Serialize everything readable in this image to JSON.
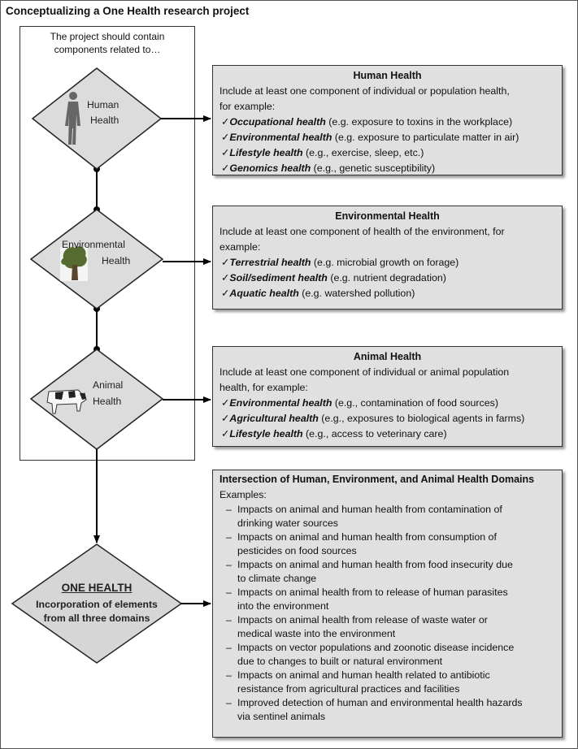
{
  "title": "Conceptualizing a One Health research project",
  "left_intro": [
    "The project should contain",
    "components related to…"
  ],
  "diamonds": {
    "human": [
      "Human",
      "Health"
    ],
    "environmental": [
      "Environmental",
      "Health"
    ],
    "animal": [
      "Animal",
      "Health"
    ],
    "one_health": {
      "title": "ONE HEALTH",
      "subtitle": [
        "Incorporation of elements",
        "from all three domains"
      ]
    }
  },
  "panels": {
    "human": {
      "heading": "Human Health",
      "intro": [
        "Include at least one component of individual or population health,",
        "for example:"
      ],
      "items": [
        {
          "term": "Occupational health",
          "detail": " (e.g. exposure to toxins in the workplace)"
        },
        {
          "term": "Environmental health",
          "detail": " (e.g. exposure to particulate matter in air)"
        },
        {
          "term": "Lifestyle health",
          "detail": " (e.g., exercise, sleep, etc.)"
        },
        {
          "term": "Genomics health",
          "detail": " (e.g.,  genetic susceptibility)"
        }
      ]
    },
    "environmental": {
      "heading": "Environmental Health",
      "intro": [
        "Include at least one component of health of the environment, for",
        "example:"
      ],
      "items": [
        {
          "term": "Terrestrial health",
          "detail": " (e.g. microbial growth on forage)"
        },
        {
          "term": "Soil/sediment health",
          "detail": " (e.g. nutrient degradation)"
        },
        {
          "term": "Aquatic health",
          "detail": " (e.g. watershed pollution)"
        }
      ]
    },
    "animal": {
      "heading": "Animal Health",
      "intro": [
        "Include at least one component of individual or animal population",
        "health, for example:"
      ],
      "items": [
        {
          "term": "Environmental health",
          "detail": " (e.g., contamination of food sources)"
        },
        {
          "term": "Agricultural health",
          "detail": " (e.g.,  exposures to biological agents in farms)"
        },
        {
          "term": "Lifestyle health",
          "detail": " (e.g., access to veterinary care)"
        }
      ]
    },
    "intersection": {
      "heading": "Intersection of Human, Environment, and Animal Health Domains",
      "intro": "Examples:",
      "items": [
        [
          "Impacts on animal and human health from contamination of",
          "drinking water sources"
        ],
        [
          "Impacts on animal and human health from consumption of",
          "pesticides on food sources"
        ],
        [
          "Impacts on animal and human health from food insecurity due",
          "to climate change"
        ],
        [
          "Impacts on animal health from to release of human parasites",
          "into the environment"
        ],
        [
          "Impacts on animal health from release of waste water or",
          "medical waste into the environment"
        ],
        [
          "Impacts on vector populations and zoonotic disease incidence",
          "due to changes to built or natural environment"
        ],
        [
          "Impacts on animal and human health related to antibiotic",
          "resistance from agricultural practices and facilities"
        ],
        [
          "Improved detection of human and environmental health hazards",
          "via sentinel animals"
        ]
      ]
    }
  }
}
